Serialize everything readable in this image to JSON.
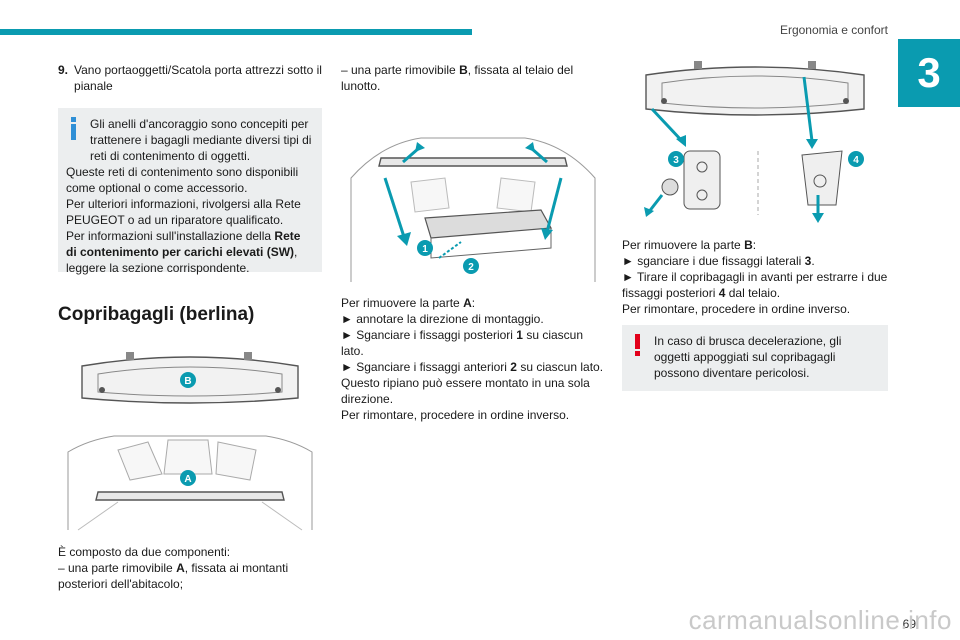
{
  "header": {
    "section": "Ergonomia e confort",
    "chapter": "3"
  },
  "page": {
    "number": "69"
  },
  "watermark": "carmanualsonline.info",
  "left": {
    "item9_num": "9.",
    "item9_text": "Vano portaoggetti/Scatola porta attrezzi sotto il pianale",
    "info_lines": [
      "Gli anelli d'ancoraggio sono concepiti per trattenere i bagagli mediante diversi tipi di reti di contenimento di oggetti.",
      "Queste reti di contenimento sono disponibili come optional o come accessorio.",
      "Per ulteriori informazioni, rivolgersi alla Rete PEUGEOT o ad un riparatore qualificato.",
      "Per informazioni sull'installazione della",
      "Rete di contenimento per carichi elevati (SW)",
      ", leggere la sezione corrispondente."
    ],
    "section_title": "Copribagagli (berlina)",
    "fig_labels": [
      "B",
      "A"
    ],
    "comp_intro": "È composto da due componenti:",
    "comp_a_pre": "– una parte rimovibile ",
    "comp_a_letter": "A",
    "comp_a_post": ", fissata ai montanti posteriori dell'abitacolo;"
  },
  "middle": {
    "comp_b_pre": "– una parte rimovibile ",
    "comp_b_letter": "B",
    "comp_b_post": ", fissata al telaio del lunotto.",
    "fig_labels": [
      "1",
      "2"
    ],
    "remove_a_pre": "Per rimuovere la parte ",
    "remove_a_letter": "A",
    "remove_a_post": ":",
    "step1": "► annotare la direzione di montaggio.",
    "step2_pre": "► Sganciare i fissaggi posteriori ",
    "step2_num": "1",
    "step2_post": " su ciascun lato.",
    "step3_pre": "► Sganciare i fissaggi anteriori ",
    "step3_num": "2",
    "step3_post": " su ciascun lato.",
    "note1": "Questo ripiano può essere montato in una sola direzione.",
    "note2": "Per rimontare, procedere in ordine inverso."
  },
  "right": {
    "fig_labels": [
      "3",
      "4"
    ],
    "remove_b_pre": "Per rimuovere la parte ",
    "remove_b_letter": "B",
    "remove_b_post": ":",
    "step1_pre": "► sganciare i due fissaggi laterali ",
    "step1_num": "3",
    "step1_post": ".",
    "step2_pre": "► Tirare il copribagagli in avanti per estrarre i due fissaggi posteriori ",
    "step2_num": "4",
    "step2_post": " dal telaio.",
    "reassemble": "Per rimontare, procedere in ordine inverso.",
    "warning": "In caso di brusca decelerazione, gli oggetti appoggiati sul copribagagli possono diventare pericolosi."
  },
  "colors": {
    "accent": "#0a9bb0",
    "info_icon": "#2f8fd6",
    "warning_icon": "#e2001a",
    "note_bg": "#eceeef"
  },
  "icons": {
    "info": "info-icon",
    "warning": "warning-icon"
  }
}
